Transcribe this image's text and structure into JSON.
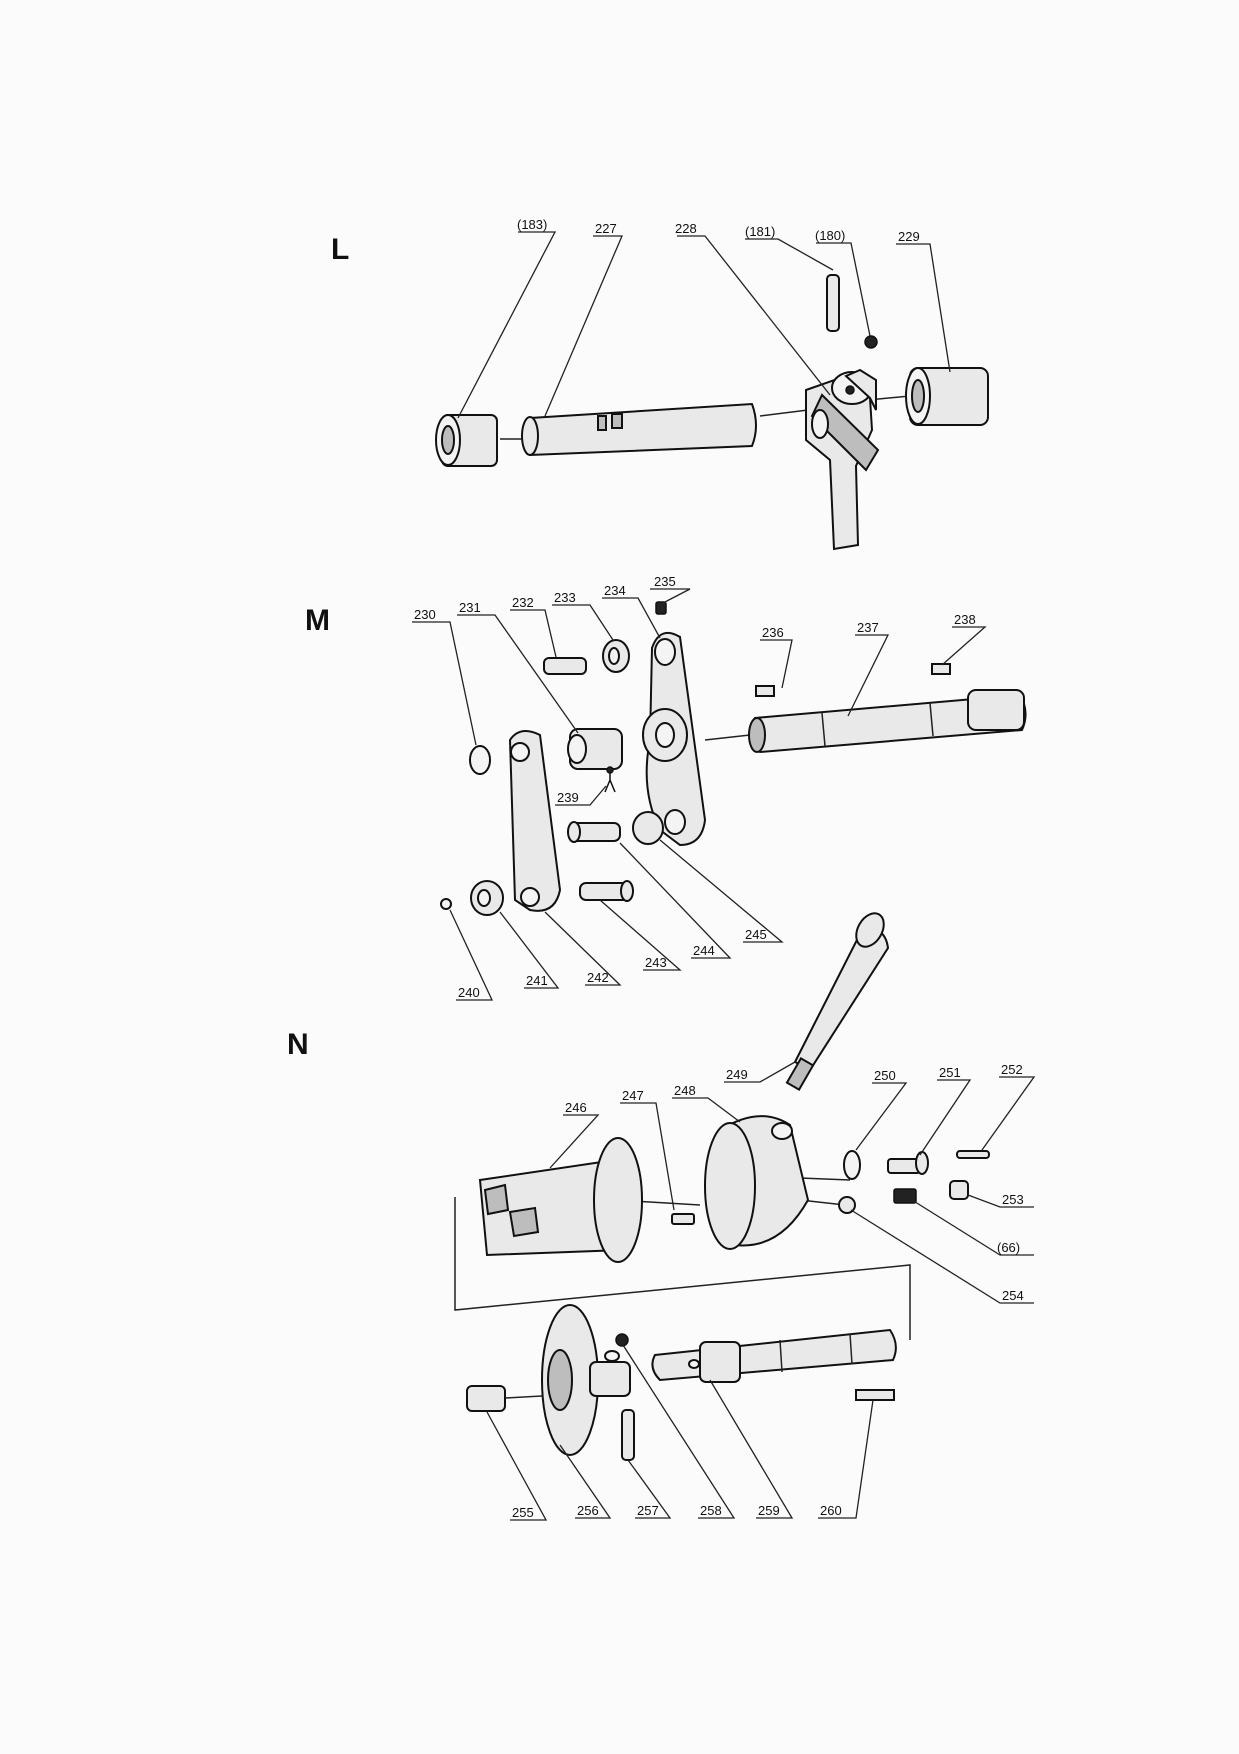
{
  "sections": [
    {
      "id": "L",
      "letter": "L"
    },
    {
      "id": "M",
      "letter": "M"
    },
    {
      "id": "N",
      "letter": "N"
    }
  ],
  "callouts": {
    "c183": "(183)",
    "c227": "227",
    "c228": "228",
    "c181": "(181)",
    "c180": "(180)",
    "c229": "229",
    "c230": "230",
    "c231": "231",
    "c232": "232",
    "c233": "233",
    "c234": "234",
    "c235": "235",
    "c236": "236",
    "c237": "237",
    "c238": "238",
    "c239": "239",
    "c240": "240",
    "c241": "241",
    "c242": "242",
    "c243": "243",
    "c244": "244",
    "c245": "245",
    "c246": "246",
    "c247": "247",
    "c248": "248",
    "c249": "249",
    "c250": "250",
    "c251": "251",
    "c252": "252",
    "c253": "253",
    "c66": "(66)",
    "c254": "254",
    "c255": "255",
    "c256": "256",
    "c257": "257",
    "c258": "258",
    "c259": "259",
    "c260": "260"
  }
}
